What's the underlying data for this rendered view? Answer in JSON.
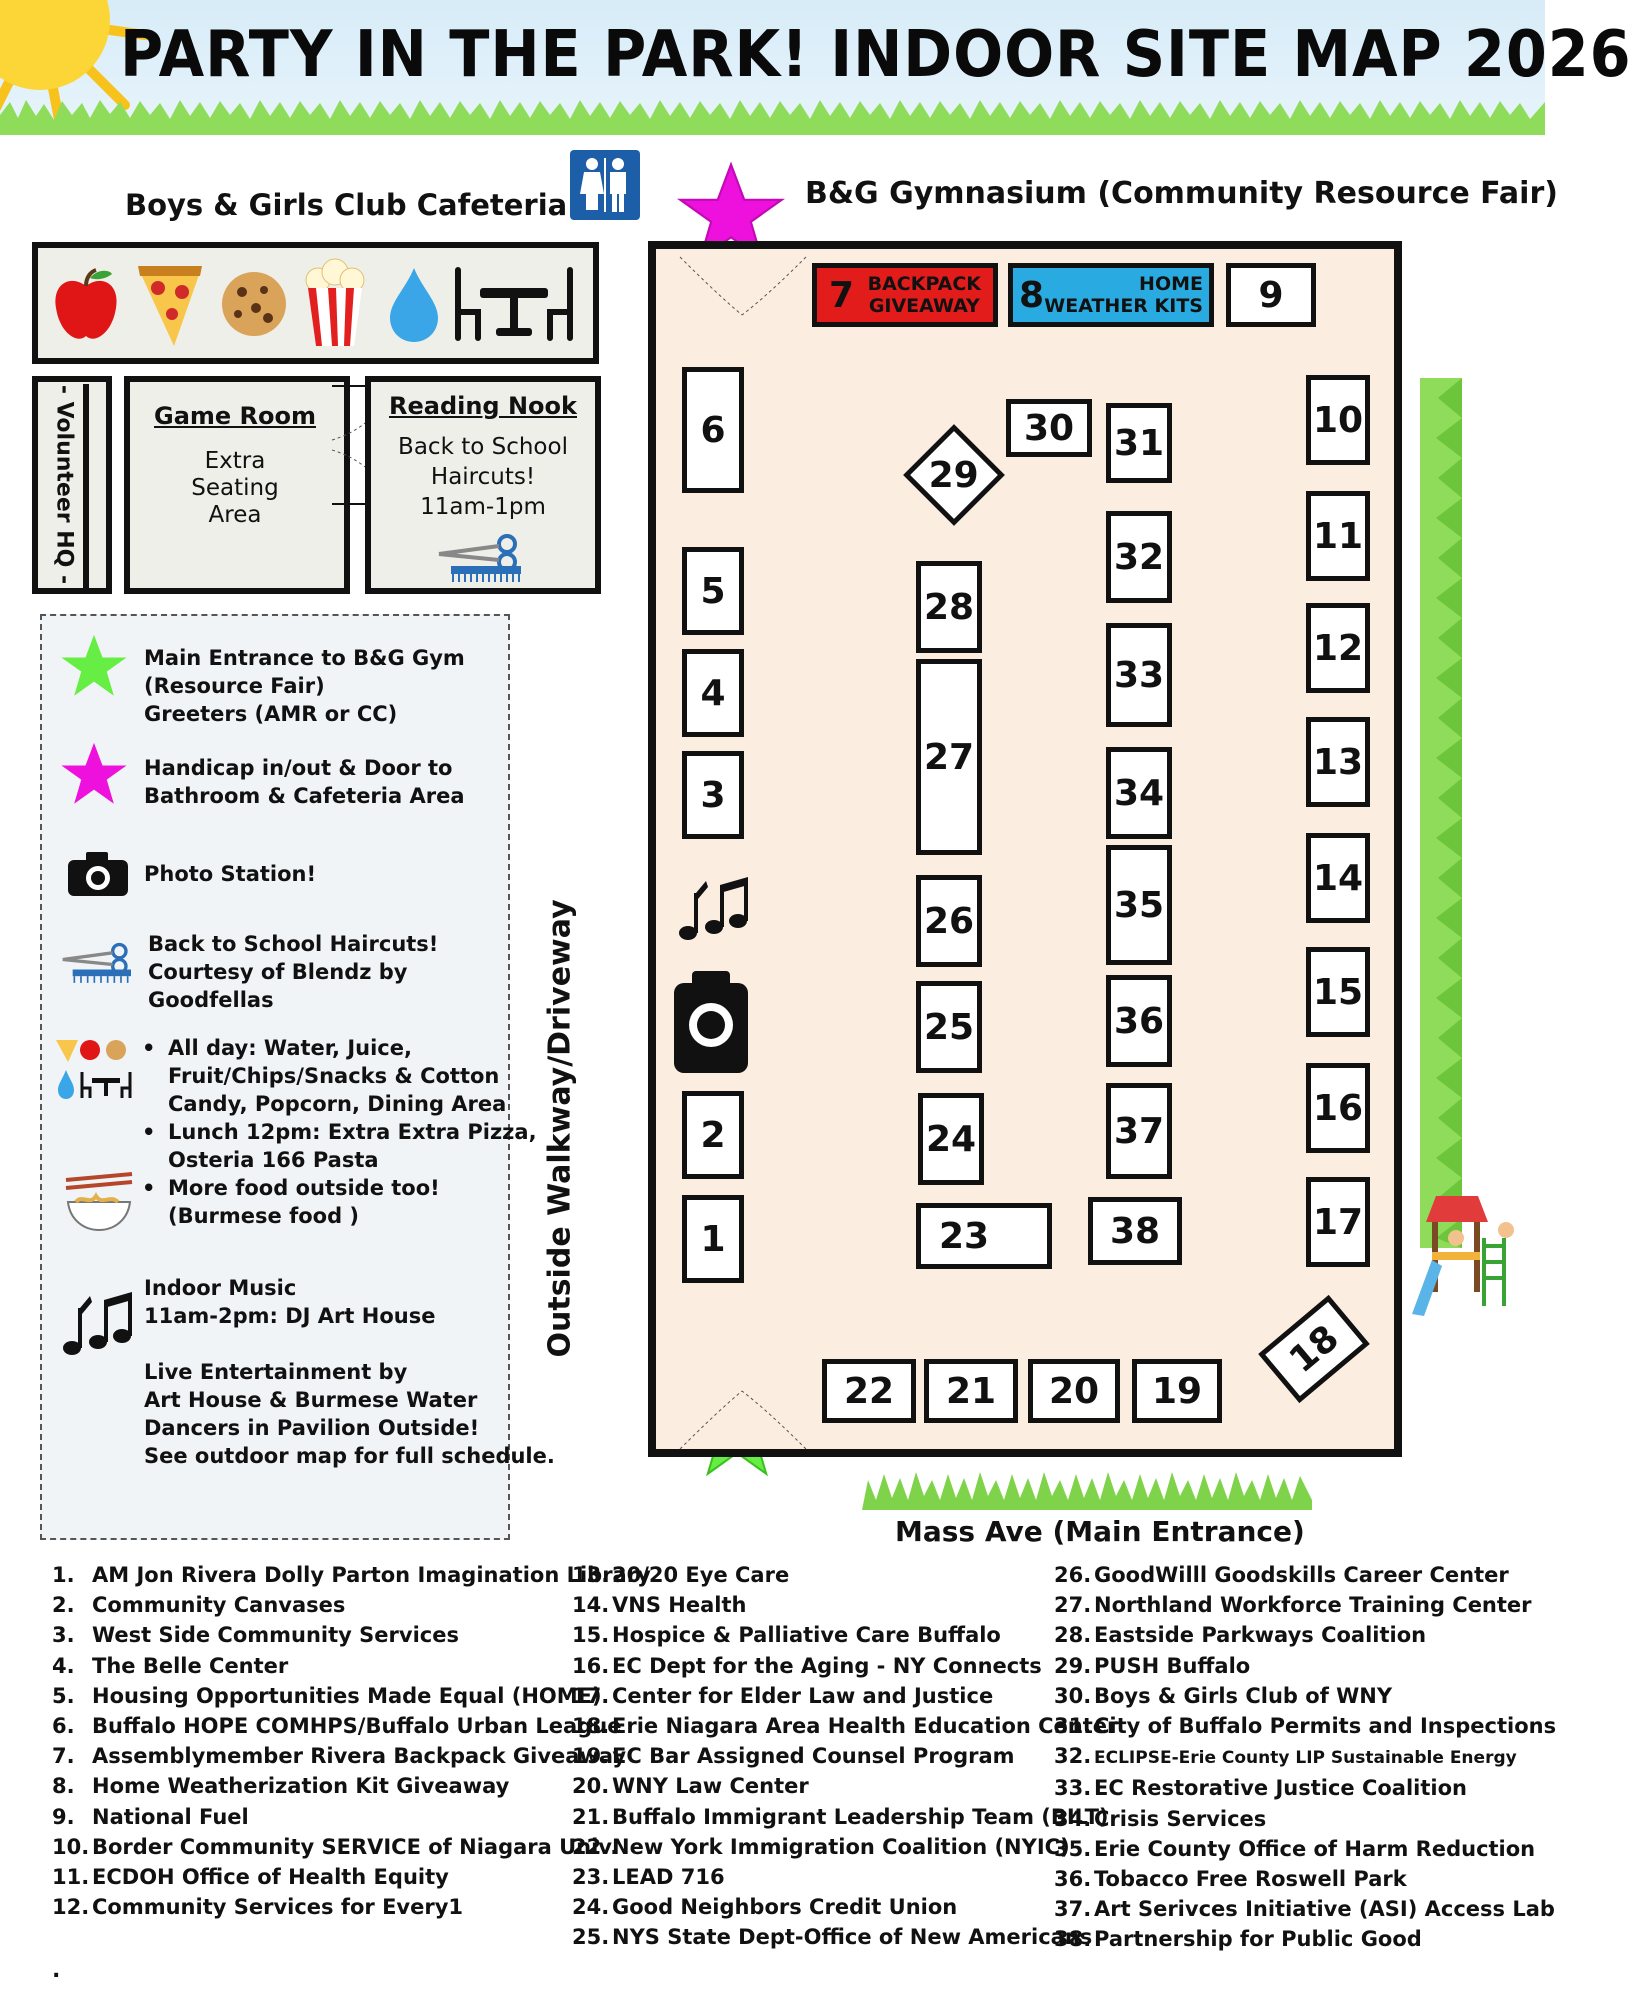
{
  "title": "PARTY IN THE PARK!  INDOOR SITE MAP 2026",
  "cafeteria": {
    "title": "Boys & Girls Club Cafeteria",
    "icons": [
      "apple-icon",
      "pizza-icon",
      "cookie-icon",
      "popcorn-icon",
      "water-drop-icon",
      "dining-table-icon"
    ]
  },
  "rooms": {
    "volunteer": "- Volunteer HQ -",
    "game_room": {
      "title": "Game Room",
      "lines": [
        "Extra",
        "Seating",
        "Area"
      ]
    },
    "reading_nook": {
      "title": "Reading Nook",
      "lines": [
        "Back to School",
        "Haircuts!",
        "11am-1pm"
      ]
    }
  },
  "gym": {
    "title": "B&G Gymnasium (Community Resource Fair)",
    "booth7": {
      "number": "7",
      "lines": [
        "BACKPACK",
        "GIVEAWAY"
      ],
      "color": "#e21b1b"
    },
    "booth8": {
      "number": "8",
      "lines": [
        "HOME",
        "WEATHER KITS"
      ],
      "color": "#29abe2"
    },
    "booths": [
      "1",
      "2",
      "3",
      "4",
      "5",
      "6",
      "9",
      "10",
      "11",
      "12",
      "13",
      "14",
      "15",
      "16",
      "17",
      "18",
      "19",
      "20",
      "21",
      "22",
      "23",
      "24",
      "25",
      "26",
      "27",
      "28",
      "29",
      "30",
      "31",
      "32",
      "33",
      "34",
      "35",
      "36",
      "37",
      "38"
    ]
  },
  "walkway": "Outside Walkway/Driveway",
  "main_entrance": "Mass Ave (Main Entrance)",
  "colors": {
    "green_star": "#66ee44",
    "pink_star": "#ee11dd",
    "restroom_sign": "#1c5ea8"
  },
  "legend": {
    "green_star": [
      "Main Entrance to  B&G Gym",
      "(Resource Fair)",
      "Greeters (AMR or CC)"
    ],
    "pink_star": [
      "Handicap in/out & Door to",
      "Bathroom  &  Cafeteria Area"
    ],
    "photo": "Photo Station!",
    "haircuts": [
      "Back to School Haircuts!",
      "Courtesy of Blendz by",
      "Goodfellas"
    ],
    "food_bullets": [
      [
        "All day:  Water, Juice,",
        "Fruit/Chips/Snacks & Cotton",
        "Candy, Popcorn, Dining Area"
      ],
      [
        "Lunch 12pm: Extra Extra Pizza,",
        "Osteria 166 Pasta"
      ],
      [
        "More food outside too!",
        "(Burmese food )"
      ]
    ],
    "music": [
      "Indoor Music",
      "11am-2pm: DJ Art House"
    ],
    "entertainment": [
      "Live Entertainment by",
      "Art House & Burmese Water",
      "Dancers in Pavilion Outside!",
      "See outdoor map for full schedule."
    ]
  },
  "directory": [
    {
      "n": "1.",
      "t": "AM Jon Rivera Dolly Parton Imagination Library"
    },
    {
      "n": "2.",
      "t": "Community Canvases"
    },
    {
      "n": "3.",
      "t": "West Side Community Services"
    },
    {
      "n": "4.",
      "t": "The Belle Center"
    },
    {
      "n": "5.",
      "t": "Housing Opportunities Made Equal (HOME)"
    },
    {
      "n": "6.",
      "t": "Buffalo HOPE COMHPS/Buffalo Urban League"
    },
    {
      "n": "7.",
      "t": "Assemblymember Rivera Backpack Giveaway"
    },
    {
      "n": "8.",
      "t": "Home Weatherization Kit Giveaway"
    },
    {
      "n": "9.",
      "t": "National Fuel"
    },
    {
      "n": "10.",
      "t": "Border Community SERVICE of Niagara Univ."
    },
    {
      "n": "11.",
      "t": "ECDOH Office of Health Equity"
    },
    {
      "n": "12.",
      "t": "Community Services for Every1"
    },
    {
      "n": "13.",
      "t": "20/20 Eye Care"
    },
    {
      "n": "14.",
      "t": "VNS Health"
    },
    {
      "n": "15.",
      "t": "Hospice & Palliative Care Buffalo"
    },
    {
      "n": "16.",
      "t": "EC Dept for the Aging - NY Connects"
    },
    {
      "n": "17.",
      "t": "Center for Elder Law and Justice"
    },
    {
      "n": "18.",
      "t": "Erie Niagara Area Health Education Center"
    },
    {
      "n": "19.",
      "t": "EC Bar Assigned Counsel Program"
    },
    {
      "n": "20.",
      "t": "WNY Law Center"
    },
    {
      "n": "21.",
      "t": "Buffalo Immigrant Leadership Team (BILT)"
    },
    {
      "n": "22.",
      "t": "New York Immigration Coalition (NYIC)"
    },
    {
      "n": "23.",
      "t": "LEAD 716"
    },
    {
      "n": "24.",
      "t": "Good Neighbors Credit Union"
    },
    {
      "n": "25.",
      "t": "NYS State Dept-Office of New Americans"
    },
    {
      "n": "26.",
      "t": "GoodWilll Goodskills Career Center"
    },
    {
      "n": "27.",
      "t": "Northland Workforce Training Center"
    },
    {
      "n": "28.",
      "t": "Eastside Parkways Coalition"
    },
    {
      "n": "29.",
      "t": "PUSH Buffalo"
    },
    {
      "n": "30.",
      "t": "Boys & Girls Club of WNY"
    },
    {
      "n": "31.",
      "t": "City of Buffalo Permits and Inspections"
    },
    {
      "n": "32.",
      "t": "ECLIPSE-Erie County LIP Sustainable Energy"
    },
    {
      "n": "33.",
      "t": "EC Restorative Justice Coalition"
    },
    {
      "n": "34.",
      "t": "Crisis Services"
    },
    {
      "n": "35.",
      "t": "Erie County Office of Harm Reduction"
    },
    {
      "n": "36.",
      "t": "Tobacco Free Roswell Park"
    },
    {
      "n": "37.",
      "t": "Art Serivces Initiative (ASI) Access Lab"
    },
    {
      "n": "38.",
      "t": "Partnership for Public Good"
    }
  ],
  "footer_mark": "."
}
